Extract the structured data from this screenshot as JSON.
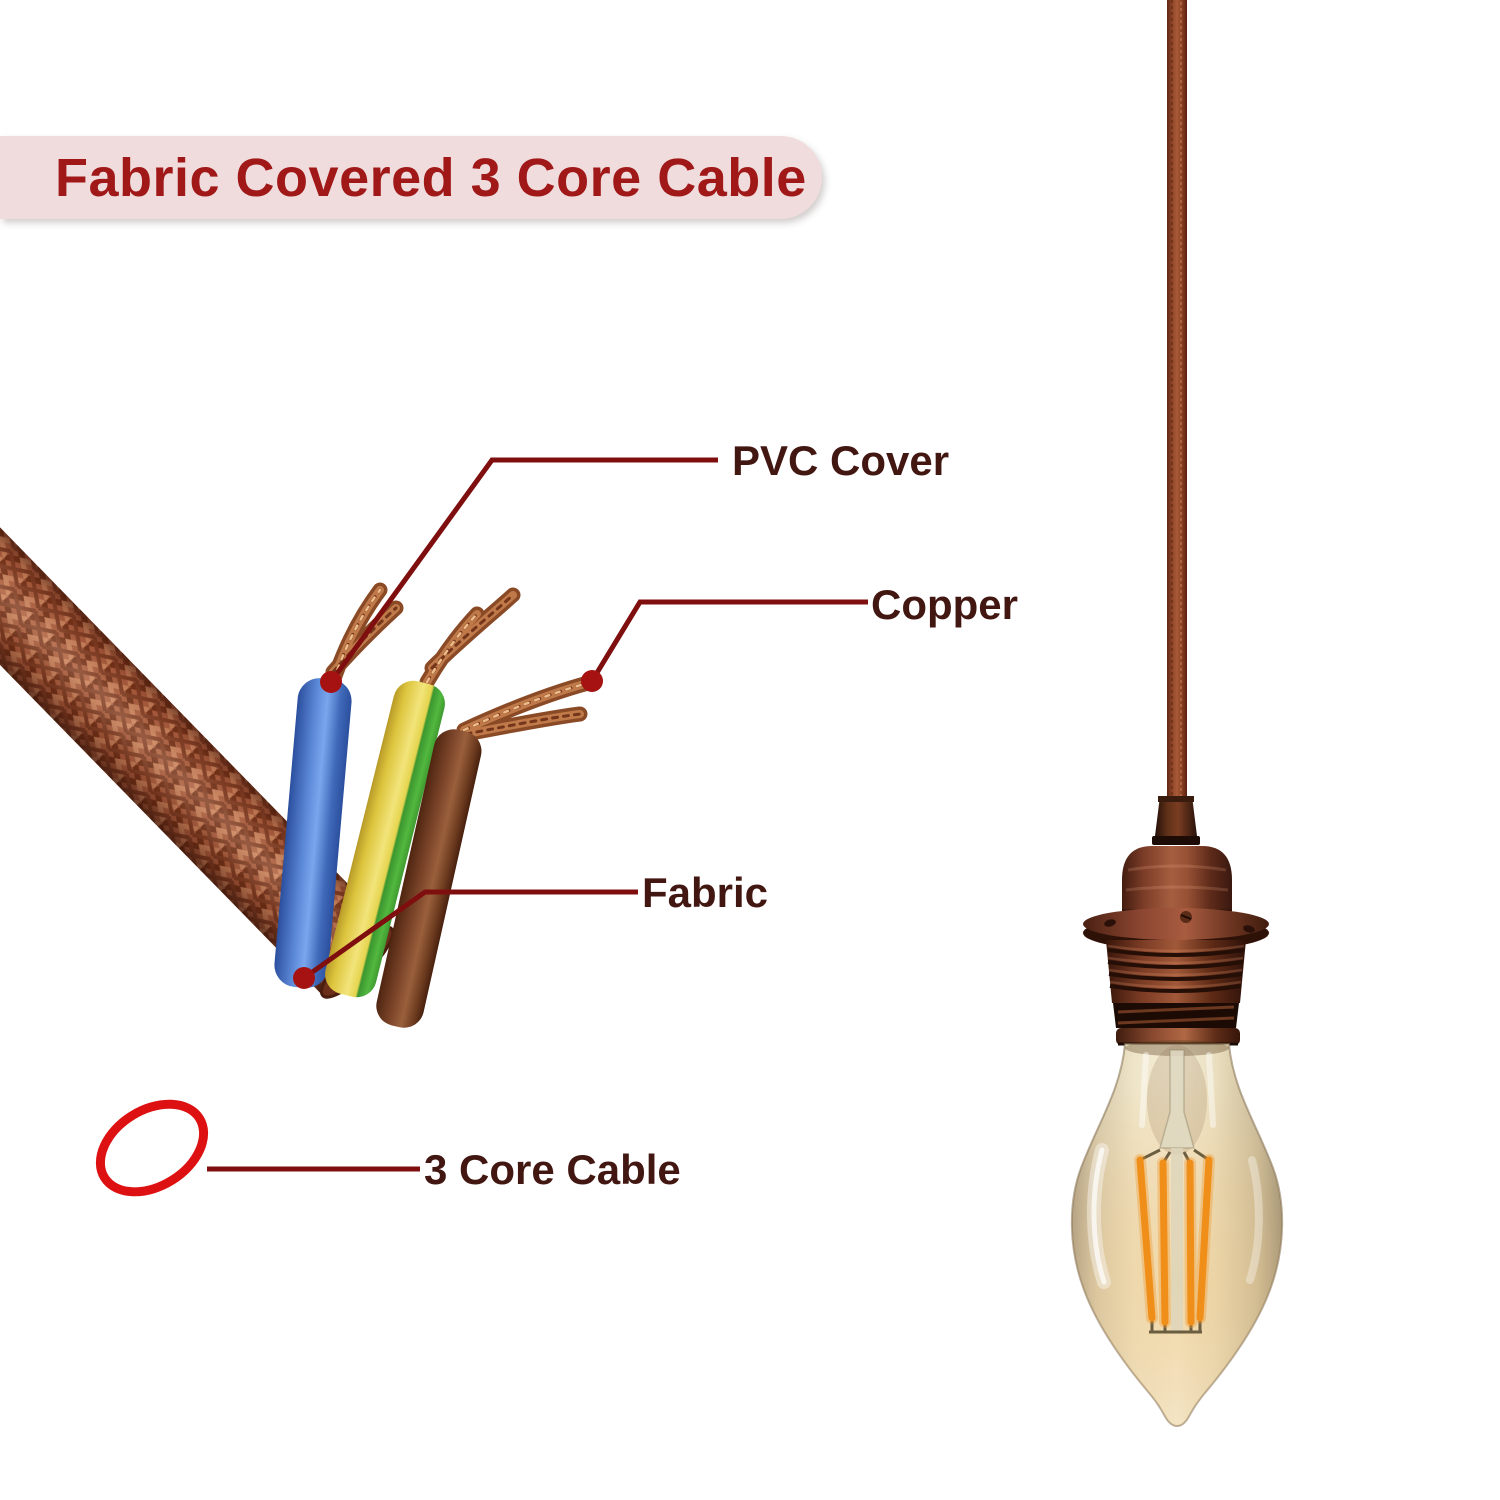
{
  "banner": {
    "title": "Fabric Covered 3 Core Cable"
  },
  "labels": {
    "pvc_cover": "PVC Cover",
    "copper": "Copper",
    "fabric": "Fabric",
    "core_cable": "3 Core Cable"
  },
  "colors": {
    "banner_bg": "#f0dcdc",
    "banner_text": "#a01818",
    "label_text": "#421712",
    "leader_line": "#7f0f0f",
    "marker_dot": "#a61111",
    "highlight_ellipse": "#dd1111",
    "cable_braid": "#a85c3e",
    "wire_blue": "#5d8ad8",
    "wire_earth_yellow": "#f2e47a",
    "wire_earth_green": "#4aa83a",
    "wire_brown": "#8a5432",
    "copper_strand": "#c07a4a",
    "pendant_cord": "#96492c",
    "lamp_holder_copper": "#a65e40",
    "bulb_glass": "#efe5c9",
    "filament": "#ef8e18"
  }
}
